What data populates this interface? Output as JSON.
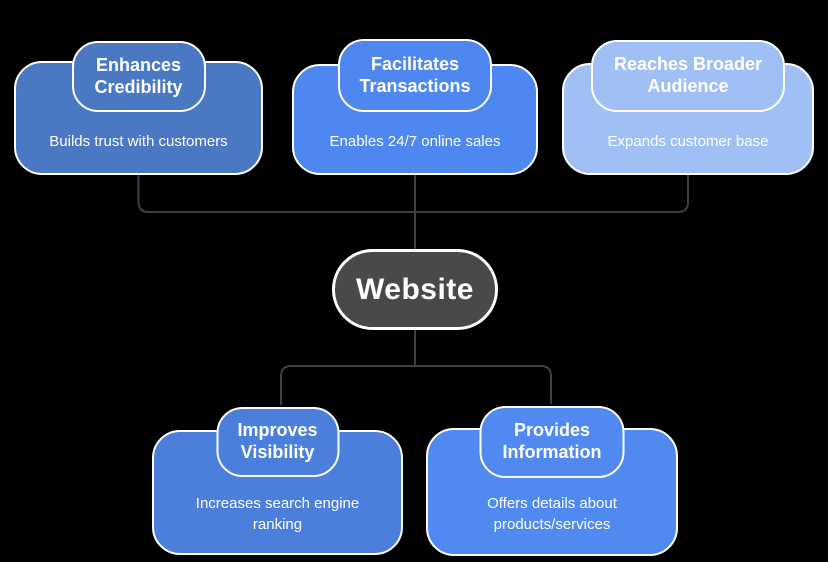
{
  "page": {
    "background_color": "#000000"
  },
  "diagram": {
    "center_node": {
      "label": "Website",
      "bg_color": "#494949",
      "border_color": "#ffffff",
      "text_color": "#ffffff"
    },
    "connector_color": "#404040",
    "top_branches": [
      {
        "title": "Enhances Credibility",
        "description": "Builds trust with customers",
        "bg_color": "#4a78c2"
      },
      {
        "title": "Facilitates Transactions",
        "description": "Enables 24/7 online sales",
        "bg_color": "#4e87ef"
      },
      {
        "title": "Reaches Broader Audience",
        "description": "Expands customer base",
        "bg_color": "#a0c0f5"
      }
    ],
    "bottom_branches": [
      {
        "title": "Improves Visibility",
        "description": "Increases search engine ranking",
        "bg_color": "#4b7fdb"
      },
      {
        "title": "Provides Information",
        "description": "Offers details about products/services",
        "bg_color": "#508af0"
      }
    ]
  }
}
